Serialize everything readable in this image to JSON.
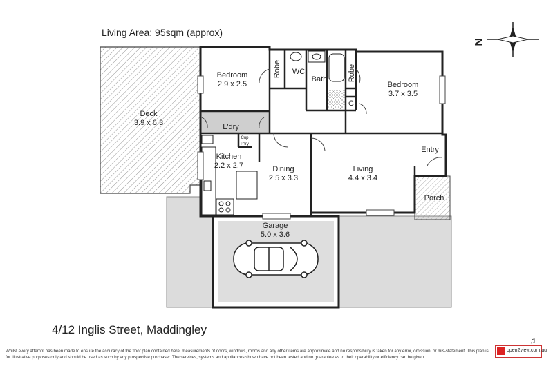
{
  "header": {
    "living_area": "Living Area: 95sqm (approx)"
  },
  "compass": {
    "label": "N"
  },
  "rooms": {
    "bedroom1": {
      "name": "Bedroom",
      "dims": "2.9 x 2.5"
    },
    "robe1": {
      "name": "Robe"
    },
    "wc": {
      "name": "WC"
    },
    "bath": {
      "name": "Bath"
    },
    "robe2": {
      "name": "Robe"
    },
    "bedroom2": {
      "name": "Bedroom",
      "dims": "3.7 x 3.5"
    },
    "cupboard": {
      "name": "C"
    },
    "deck": {
      "name": "Deck",
      "dims": "3.9 x 6.3"
    },
    "laundry": {
      "name": "L'dry"
    },
    "cup": {
      "name": "Cup"
    },
    "pantry": {
      "name": "P'try"
    },
    "kitchen": {
      "name": "Kitchen",
      "dims": "2.2 x 2.7"
    },
    "dining": {
      "name": "Dining",
      "dims": "2.5 x 3.3"
    },
    "living": {
      "name": "Living",
      "dims": "4.4 x 3.4"
    },
    "entry": {
      "name": "Entry"
    },
    "porch": {
      "name": "Porch"
    },
    "garage": {
      "name": "Garage",
      "dims": "5.0 x 3.6"
    }
  },
  "address": "4/12 Inglis Street, Maddingley",
  "disclaimer": "Whilst every attempt has been made to ensure the accuracy of the floor plan contained here, measurements of doors, windows, rooms and any other items are approximate and no responsibility is taken for any error, omission, or mis-statement. This plan is for illustrative purposes only and should be used as such by any prospective purchaser. The services, systems and appliances shown have not been tested and no guarantee as to their operability or efficiency can be given.",
  "logo": {
    "text": "open2view.com.au"
  },
  "colors": {
    "wall": "#222222",
    "hatch": "#666666",
    "paving": "#d9d9d9",
    "laundry": "#cfcfcf"
  }
}
